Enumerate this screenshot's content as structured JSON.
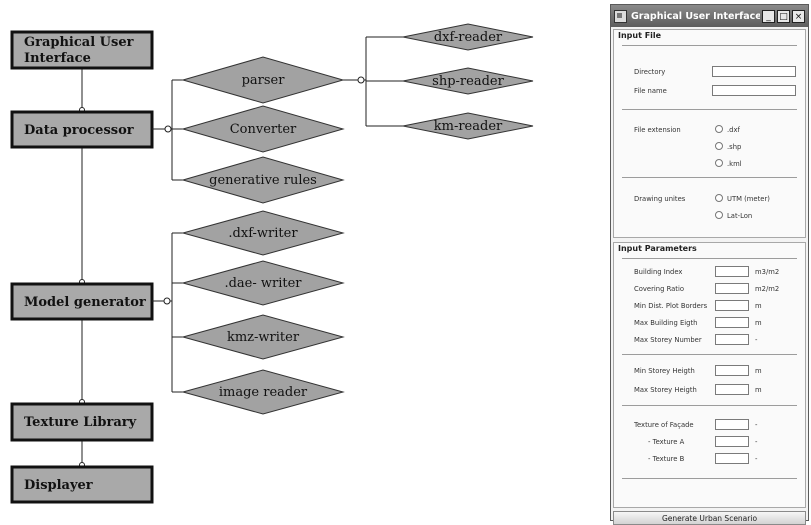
{
  "diagram": {
    "boxes": {
      "gui_line1": "Graphical User",
      "gui_line2": "Interface",
      "data_processor": "Data processor",
      "model_generator": "Model generator",
      "texture_library": "Texture Library",
      "displayer": "Displayer"
    },
    "processor_modules": [
      "parser",
      "Converter",
      "generative rules"
    ],
    "readers": [
      "dxf-reader",
      "shp-reader",
      "km-reader"
    ],
    "generator_modules": [
      ".dxf-writer",
      ".dae- writer",
      "kmz-writer",
      "image reader"
    ],
    "colors": {
      "box_fill": "#a9a9a9",
      "diamond_fill": "#a2a2a2",
      "line": "#222222"
    }
  },
  "dialog": {
    "title": "Graphical User Interface",
    "title_buttons": [
      "_",
      "□",
      "×"
    ],
    "input_file": {
      "heading": "Input File",
      "directory_label": "Directory",
      "directory_value": "",
      "file_name_label": "File name",
      "file_name_value": "",
      "file_extension_label": "File extension",
      "extensions": [
        ".dxf",
        ".shp",
        ".kml"
      ],
      "drawing_units_label": "Drawing unites",
      "units": [
        "UTM (meter)",
        "Lat-Lon"
      ]
    },
    "input_parameters": {
      "heading": "Input Parameters",
      "building_index_label": "Building Index",
      "building_index_unit": "m3/m2",
      "covering_ratio_label": "Covering Ratio",
      "covering_ratio_unit": "m2/m2",
      "min_dist_label": "Min Dist. Plot Borders",
      "min_dist_unit": "m",
      "max_building_label": "Max Building Eigth",
      "max_building_unit": "m",
      "max_storey_number_label": "Max Storey Number",
      "max_storey_number_unit": "-",
      "min_storey_height_label": "Min Storey Heigth",
      "min_storey_height_unit": "m",
      "max_storey_height_label": "Max Storey Heigth",
      "max_storey_height_unit": "m",
      "texture_facade_label": "Texture of Façade",
      "texture_facade_unit": "-",
      "texture_a_label": "- Texture A",
      "texture_a_unit": "-",
      "texture_b_label": "- Texture B",
      "texture_b_unit": "-"
    },
    "generate_button": "Generate Urban Scenario"
  }
}
